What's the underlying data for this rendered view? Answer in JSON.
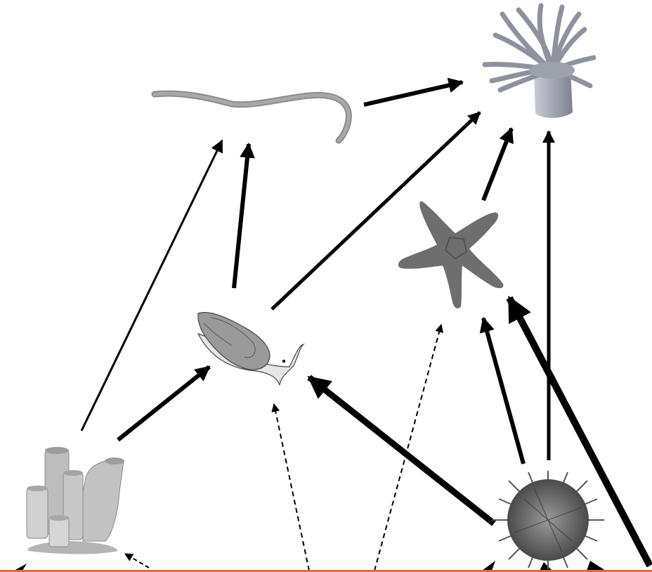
{
  "diagram": {
    "type": "food-web",
    "organisms": [
      {
        "id": "worm",
        "icon": "worm-icon"
      },
      {
        "id": "anemone",
        "icon": "sea-anemone-icon"
      },
      {
        "id": "sea-star",
        "icon": "sea-star-icon"
      },
      {
        "id": "snail",
        "icon": "snail-icon"
      },
      {
        "id": "sponge",
        "icon": "sponge-icon"
      },
      {
        "id": "urchin",
        "icon": "sea-urchin-icon"
      }
    ],
    "links": [
      {
        "from": "worm",
        "to": "anemone",
        "strength": "strong",
        "style": "solid"
      },
      {
        "from": "snail",
        "to": "anemone",
        "strength": "strong",
        "style": "solid"
      },
      {
        "from": "sea-star",
        "to": "anemone",
        "strength": "strong",
        "style": "solid"
      },
      {
        "from": "urchin",
        "to": "anemone",
        "strength": "strong",
        "style": "solid"
      },
      {
        "from": "snail",
        "to": "worm",
        "strength": "strong",
        "style": "solid"
      },
      {
        "from": "sponge",
        "to": "worm",
        "strength": "weak",
        "style": "solid"
      },
      {
        "from": "sponge",
        "to": "snail",
        "strength": "strong",
        "style": "solid"
      },
      {
        "from": "urchin",
        "to": "snail",
        "strength": "very-strong",
        "style": "solid"
      },
      {
        "from": "urchin",
        "to": "sea-star",
        "strength": "strong",
        "style": "solid"
      },
      {
        "from": "base",
        "to": "sea-star",
        "strength": "very-strong",
        "style": "solid"
      },
      {
        "from": "base",
        "to": "snail",
        "strength": "weak",
        "style": "dashed"
      },
      {
        "from": "base",
        "to": "sea-star",
        "strength": "weak",
        "style": "dashed"
      },
      {
        "from": "base",
        "to": "sponge",
        "strength": "weak",
        "style": "dashed"
      }
    ],
    "colors": {
      "arrow": "#000000",
      "baseline": "#e8693a",
      "worm": "#9a9a9a",
      "anemone": "#8e929e",
      "sea_star": "#6e6e6e",
      "sponge": "#b4b4b4",
      "urchin": "#6a6a6a"
    }
  }
}
